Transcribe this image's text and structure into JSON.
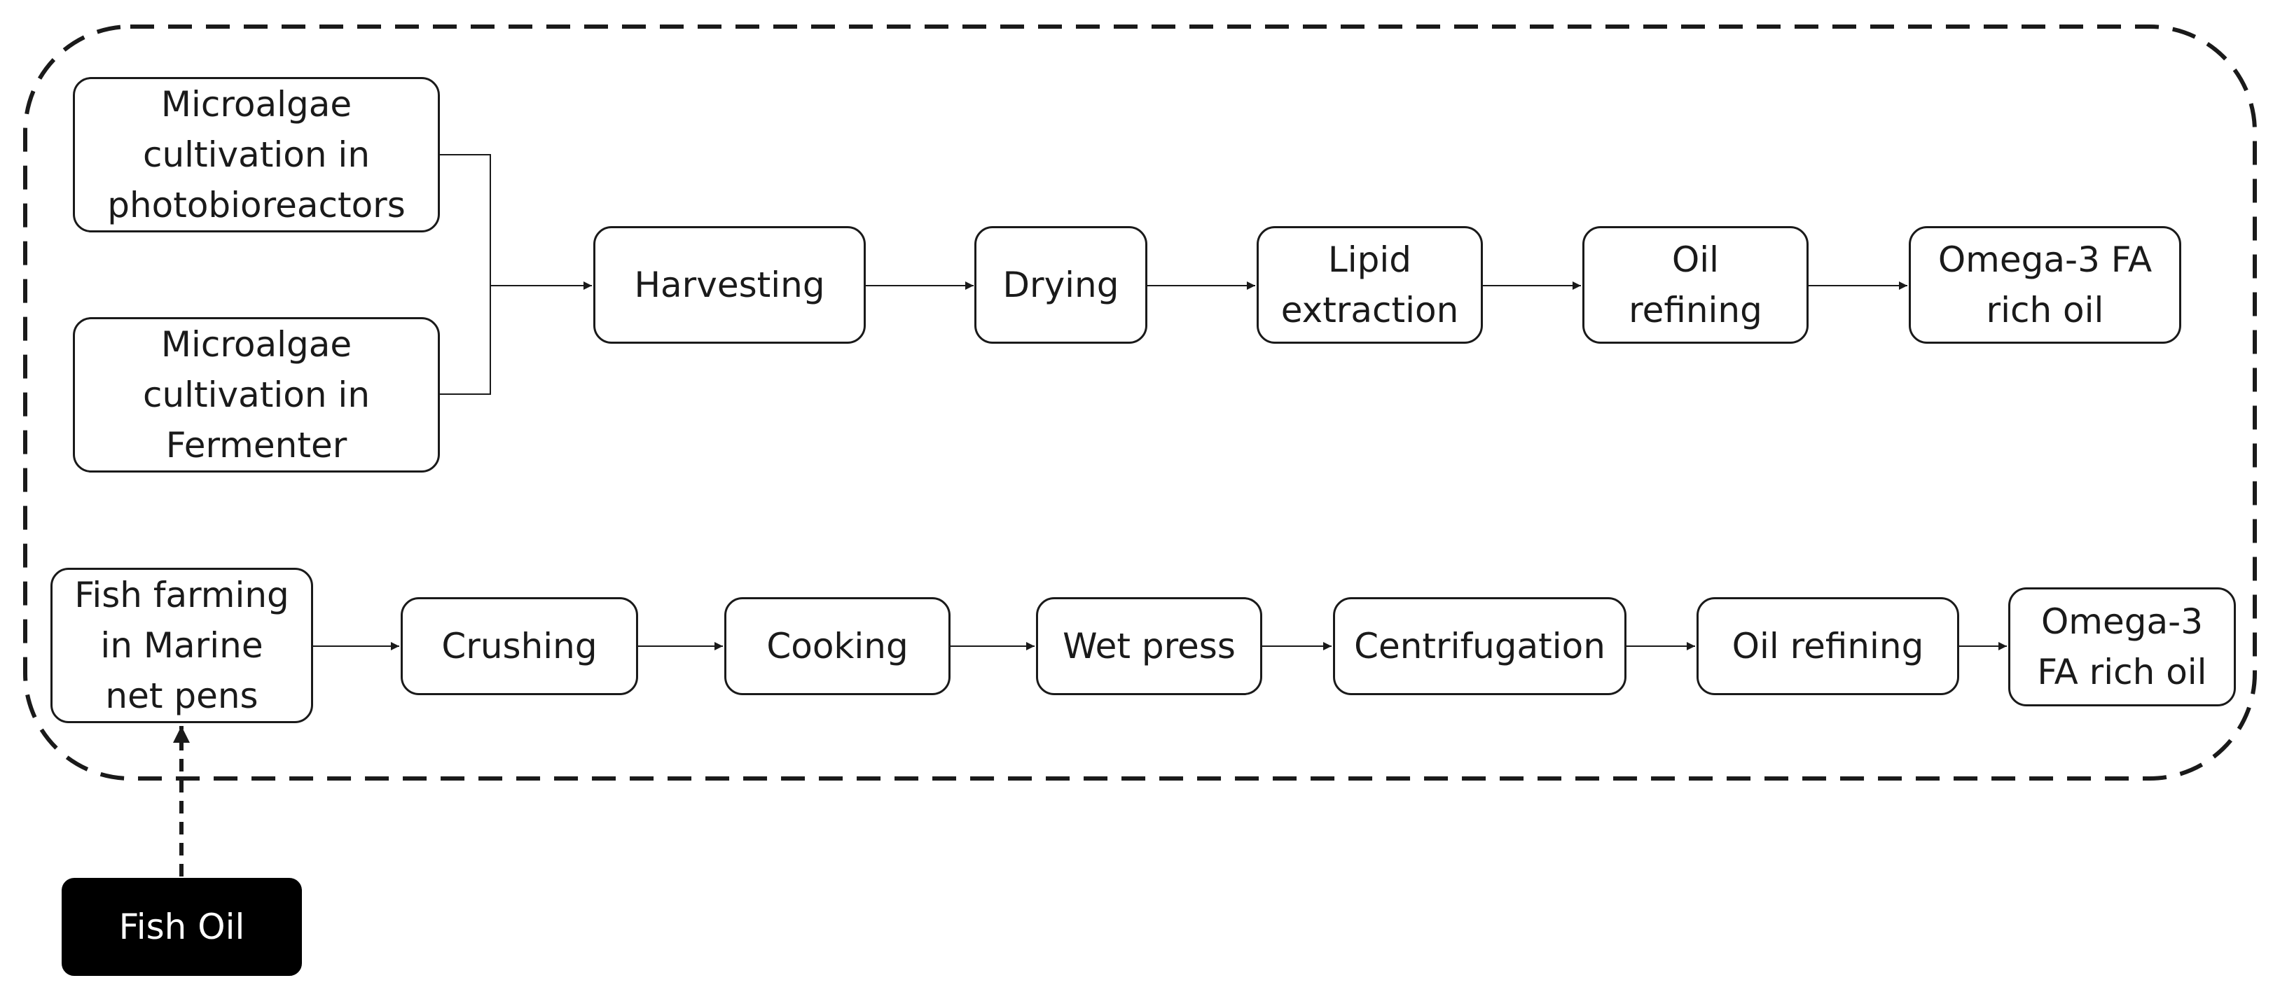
{
  "nodes": {
    "microalgae_pbr": "Microalgae\ncultivation in\nphotobioreactors",
    "microalgae_fermenter": "Microalgae\ncultivation in\nFermenter",
    "harvesting": "Harvesting",
    "drying": "Drying",
    "lipid_extraction": "Lipid\nextraction",
    "oil_refining_top": "Oil\nrefining",
    "omega3_top": "Omega-3 FA\nrich oil",
    "fish_farming": "Fish farming\nin Marine\nnet pens",
    "crushing": "Crushing",
    "cooking": "Cooking",
    "wet_press": "Wet press",
    "centrifugation": "Centrifugation",
    "oil_refining_bottom": "Oil refining",
    "omega3_bottom": "Omega-3\nFA rich oil",
    "fish_oil": "Fish Oil"
  },
  "colors": {
    "line": "#1a1a1a",
    "dark_node": "#000000",
    "dark_text": "#ffffff"
  }
}
